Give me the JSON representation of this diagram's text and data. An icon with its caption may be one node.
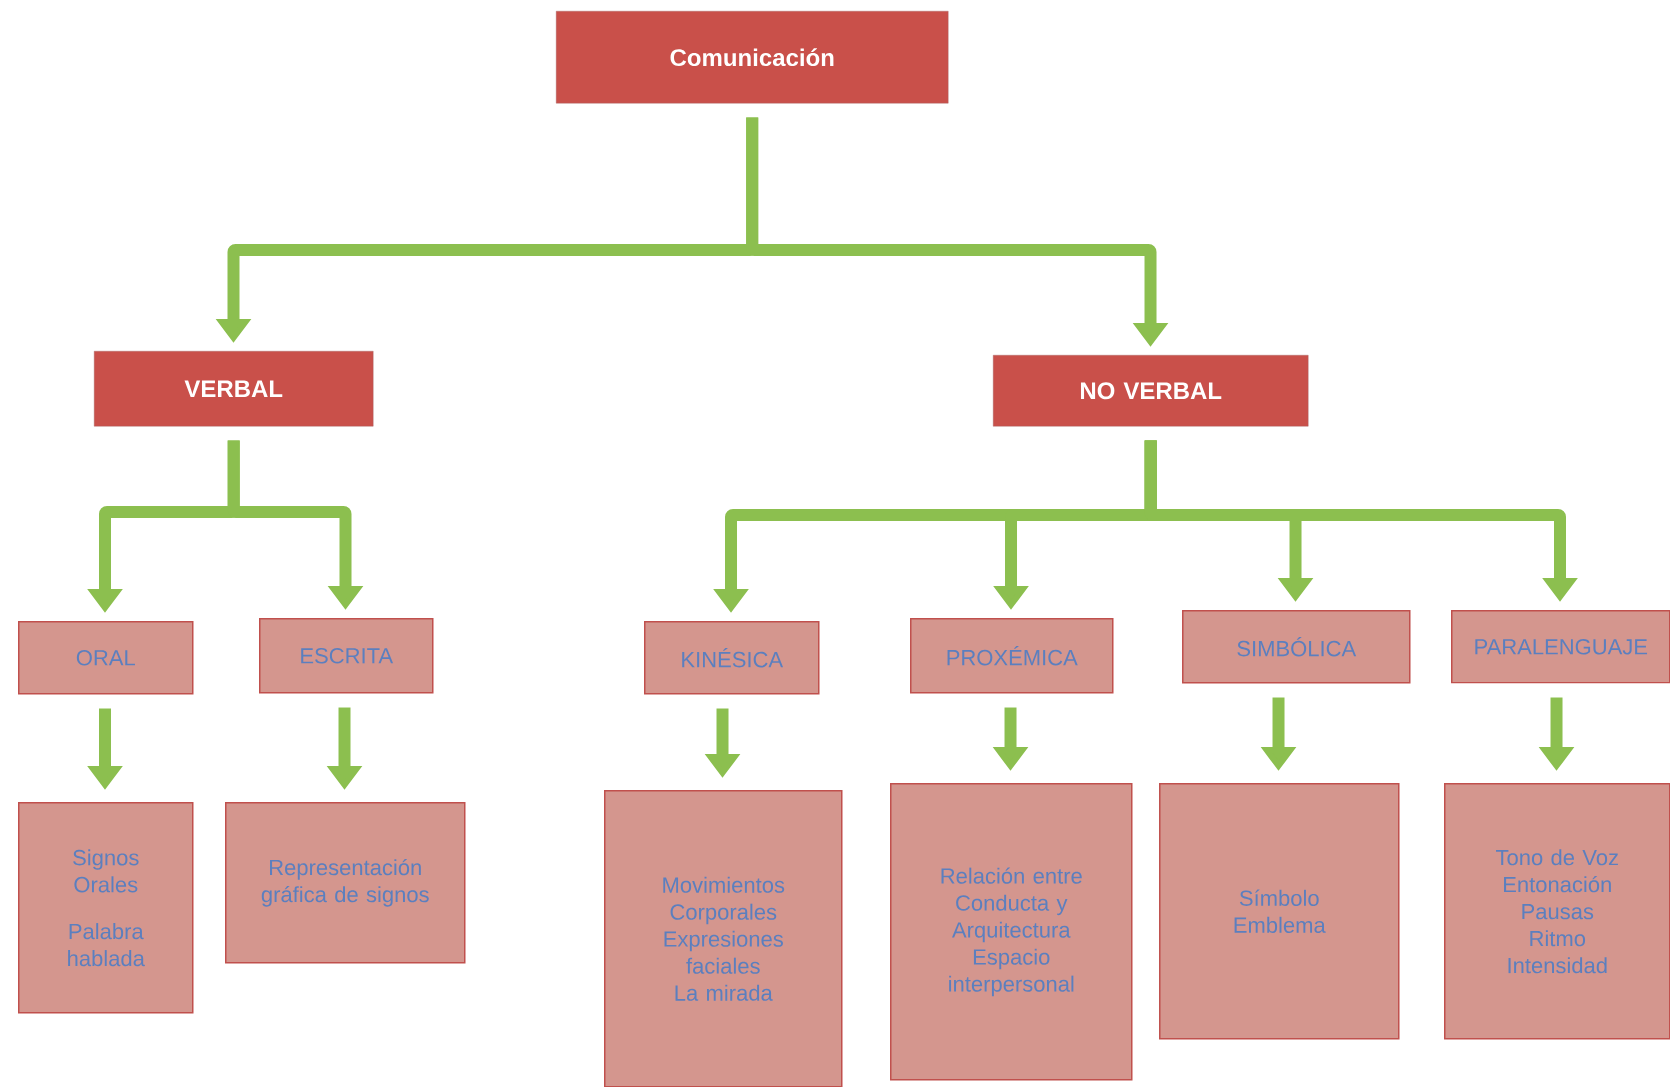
{
  "diagram": {
    "nodes": [
      {
        "text": [
          "Comunicación"
        ]
      },
      {
        "text": [
          "VERBAL"
        ]
      },
      {
        "text": [
          "NO VERBAL"
        ]
      },
      {
        "text": [
          "ORAL"
        ]
      },
      {
        "text": [
          "ESCRITA"
        ]
      },
      {
        "text": [
          "KINÉSICA"
        ]
      },
      {
        "text": [
          "PROXÉMICA"
        ]
      },
      {
        "text": [
          "SIMBÓLICA"
        ]
      },
      {
        "text": [
          "PARALENGUAJE"
        ]
      },
      {
        "text": [
          "Signos Orales",
          "Palabra hablada"
        ]
      },
      {
        "text": [
          "Representación gráfica de signos"
        ]
      },
      {
        "text": [
          "Movimientos Corporales",
          "Expresiones faciales",
          "La mirada"
        ]
      },
      {
        "text": [
          "Relación entre Conducta y Arquitectura",
          "Espacio interpersonal"
        ]
      },
      {
        "text": [
          "Símbolo",
          "Emblema"
        ]
      },
      {
        "text": [
          "Tono de Voz",
          "Entonación",
          "Pausas",
          "Ritmo",
          "Intensidad"
        ]
      }
    ],
    "edges": [
      {
        "from": 0,
        "to": 1,
        "arrow": "to"
      },
      {
        "from": 0,
        "to": 2,
        "arrow": "to"
      },
      {
        "from": 1,
        "to": 3,
        "arrow": "to"
      },
      {
        "from": 1,
        "to": 4,
        "arrow": "to"
      },
      {
        "from": 2,
        "to": 5,
        "arrow": "to"
      },
      {
        "from": 2,
        "to": 6,
        "arrow": "to"
      },
      {
        "from": 2,
        "to": 7,
        "arrow": "to"
      },
      {
        "from": 2,
        "to": 8,
        "arrow": "to"
      },
      {
        "from": 3,
        "to": 9,
        "arrow": "to"
      },
      {
        "from": 4,
        "to": 10,
        "arrow": "to"
      },
      {
        "from": 5,
        "to": 11,
        "arrow": "to"
      },
      {
        "from": 6,
        "to": 12,
        "arrow": "to"
      },
      {
        "from": 7,
        "to": 13,
        "arrow": "to"
      },
      {
        "from": 8,
        "to": 14,
        "arrow": "to"
      }
    ]
  }
}
